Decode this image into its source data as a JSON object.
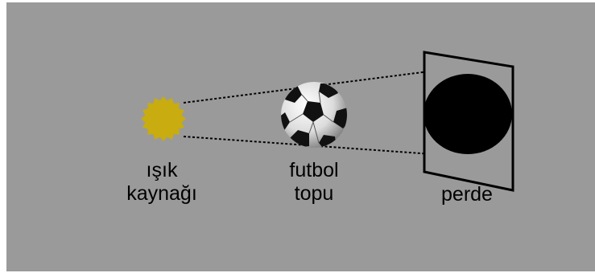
{
  "labels": {
    "light_source": {
      "line1": "ışık",
      "line2": "kaynağı"
    },
    "ball": {
      "line1": "futbol",
      "line2": "topu"
    },
    "screen": "perde"
  },
  "colors": {
    "background": "#9a9a9a",
    "sun": "#c8ac10",
    "shadow": "#000000",
    "rays": "#000000"
  },
  "icons": {
    "light_source": "sun-icon",
    "ball": "soccer-ball-icon"
  }
}
